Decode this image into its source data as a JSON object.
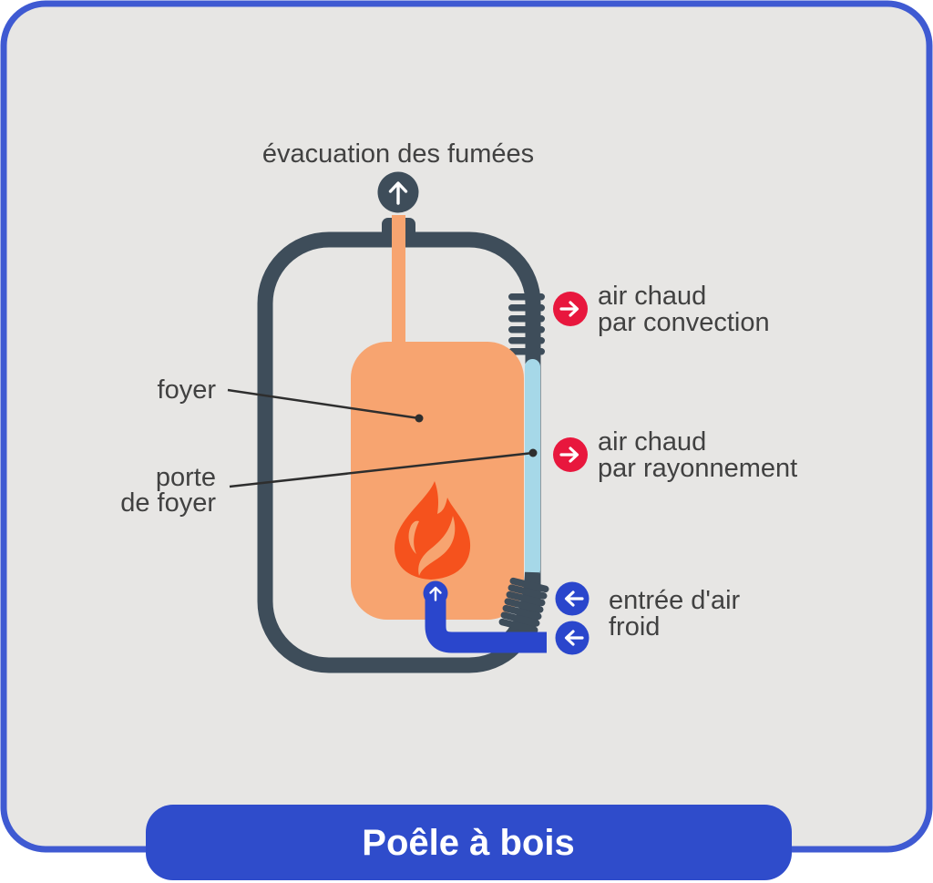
{
  "diagram": {
    "title": "Poêle à bois",
    "labels": {
      "smoke_outlet": "évacuation des fumées",
      "firebox": "foyer",
      "firebox_door": [
        "porte",
        "de foyer"
      ],
      "hot_air_convection": [
        "air chaud",
        "par convection"
      ],
      "hot_air_radiation": [
        "air chaud",
        "par rayonnement"
      ],
      "cold_air_inlet": [
        "entrée d'air",
        "froid"
      ]
    },
    "icons": {
      "smoke_outlet": "up-arrow-icon",
      "hot_air": "right-arrow-icon",
      "cold_air": "left-arrow-icon",
      "air_intake_valve": "up-arrow-icon",
      "fire": "flame-icon"
    },
    "colors": {
      "card_background": "#e7e6e4",
      "card_border": "#3f5ad2",
      "stove_body": "#3e4d5a",
      "firebox_fill": "#f7a470",
      "flame": "#f5521d",
      "glass_door": "#a6d8e8",
      "hot_air_badge": "#e8173d",
      "cold_air_blue": "#2a46cc",
      "title_banner": "#2f4ccb",
      "label_text": "#414141"
    }
  }
}
